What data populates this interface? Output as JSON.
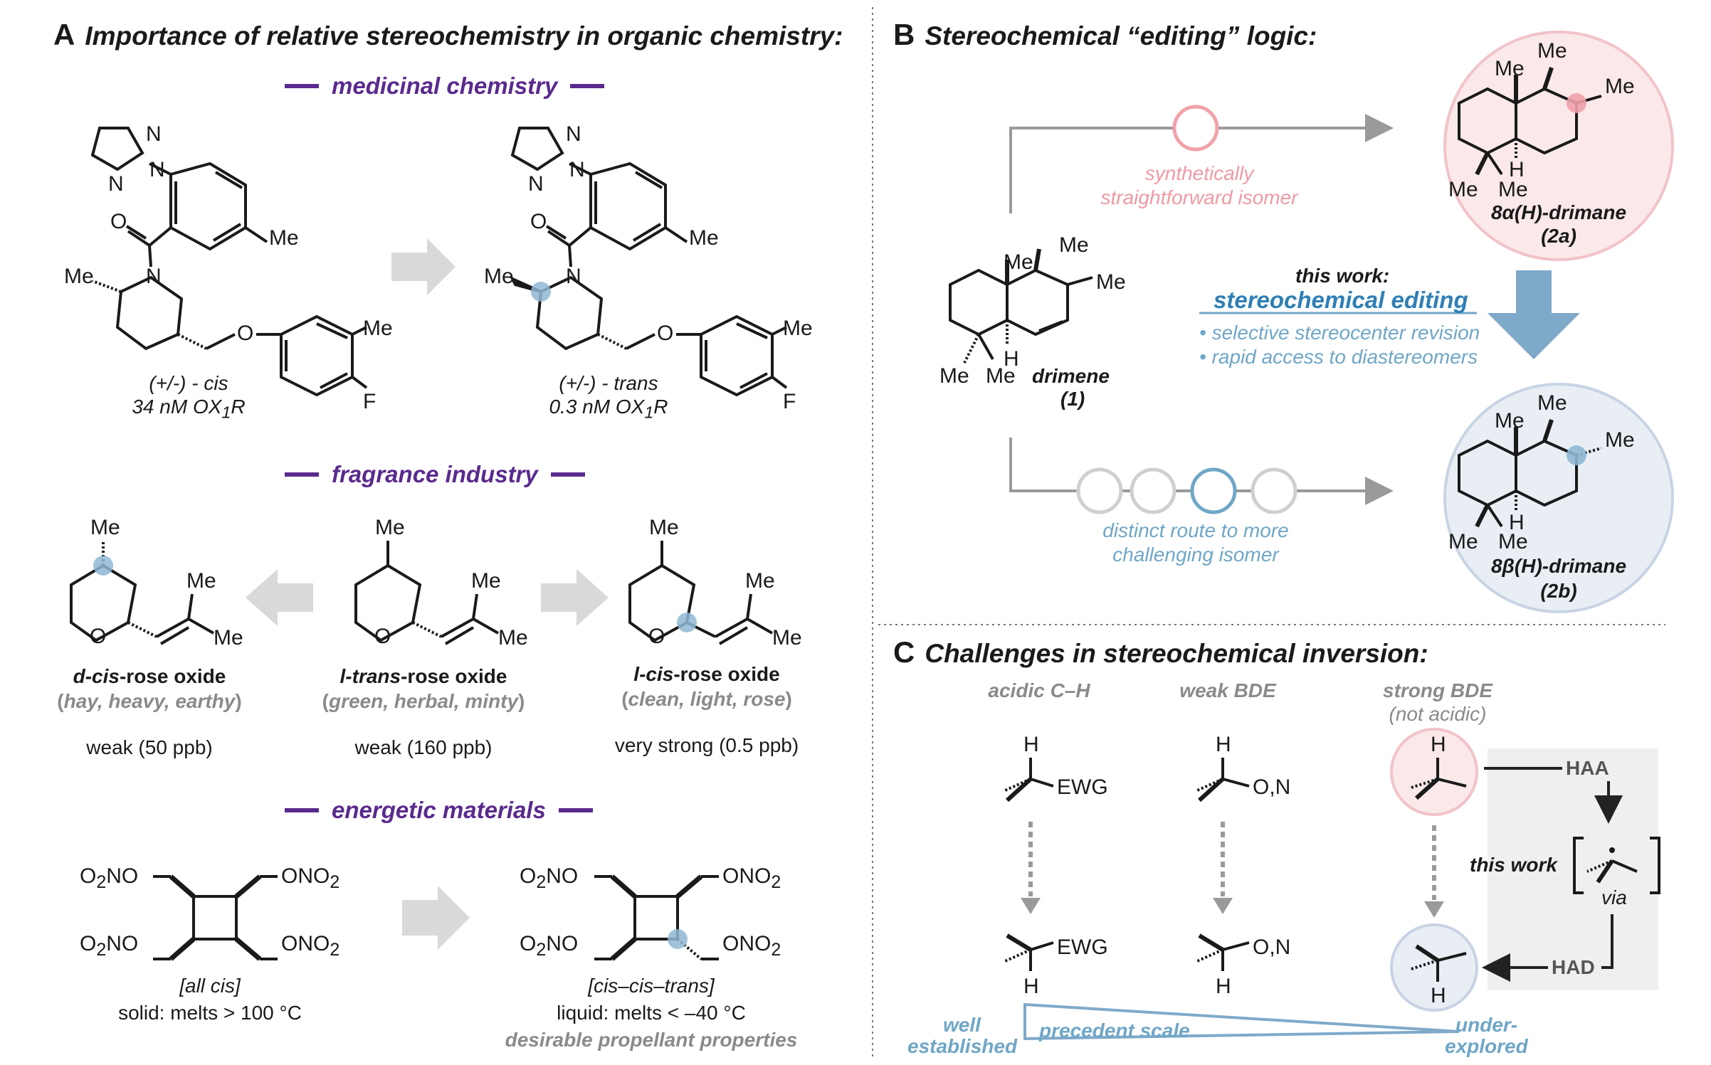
{
  "colors": {
    "purple": "#5a2a8e",
    "pink": "#f1a1aa",
    "pink_fill": "#fbe9ea",
    "blue": "#6fa6c6",
    "blue_fill": "#e9eef5",
    "grey_arrow": "#d9d9d9",
    "grey_line": "#9a9a9a",
    "dot_blue": "#8fb7d4"
  },
  "panelA": {
    "letter": "A",
    "title": "Importance of relative stereochemistry in organic chemistry:",
    "medchem": {
      "header": "medicinal chemistry",
      "left": {
        "stereo": "(+/-) - cis",
        "potency_pre": "34 nM OX",
        "potency_sub": "1",
        "potency_post": "R"
      },
      "right": {
        "stereo": "(+/-) - trans",
        "potency_pre": "0.3 nM OX",
        "potency_sub": "1",
        "potency_post": "R"
      },
      "atoms": {
        "N": "N",
        "O": "O",
        "F": "F",
        "Me": "Me"
      }
    },
    "fragrance": {
      "header": "fragrance industry",
      "items": [
        {
          "prefix": "d-cis",
          "suffix": "-rose oxide",
          "notes": "hay, heavy, earthy",
          "threshold": "weak (50 ppb)"
        },
        {
          "prefix": "l-trans",
          "suffix": "-rose oxide",
          "notes": "green, herbal, minty",
          "threshold": "weak (160 ppb)"
        },
        {
          "prefix": "l-cis",
          "suffix": "-rose oxide",
          "notes": "clean, light, rose",
          "threshold": "very strong (0.5 ppb)"
        }
      ]
    },
    "energetic": {
      "header": "energetic materials",
      "group_a": "O",
      "group_a_sub": "2",
      "group_a_post": "NO",
      "group_b": "ONO",
      "group_b_sub": "2",
      "left": {
        "config": "[all cis]",
        "property": "solid: melts > 100 °C"
      },
      "right": {
        "config": "[cis–cis–trans]",
        "property": "liquid: melts < –40 °C",
        "note": "desirable propellant properties"
      }
    }
  },
  "panelB": {
    "letter": "B",
    "title": "Stereochemical “editing” logic:",
    "top_route": [
      "synthetically",
      "straightforward isomer"
    ],
    "bottom_route": [
      "distinct route to more",
      "challenging isomer"
    ],
    "drimene": {
      "name": "drimene",
      "number": "(1)"
    },
    "isomer_a": {
      "name": "8α(H)-drimane",
      "number": "(2a)"
    },
    "isomer_b": {
      "name": "8β(H)-drimane",
      "number": "(2b)"
    },
    "this_work": "this work:",
    "editing": "stereochemical editing",
    "bullets": [
      "selective stereocenter revision",
      "rapid access to diastereomers"
    ]
  },
  "panelC": {
    "letter": "C",
    "title": "Challenges in stereochemical inversion:",
    "columns": [
      {
        "label": "acidic C–H",
        "sub": "",
        "group": "EWG"
      },
      {
        "label": "weak BDE",
        "sub": "",
        "group": "O,N"
      },
      {
        "label": "strong BDE",
        "sub": "(not acidic)",
        "group": ""
      }
    ],
    "H": "H",
    "haa": "HAA",
    "had": "HAD",
    "this_work": "this work",
    "via": "via",
    "scale": {
      "left": [
        "well",
        "established"
      ],
      "mid": "precedent scale",
      "right": [
        "under-",
        "explored"
      ]
    }
  }
}
